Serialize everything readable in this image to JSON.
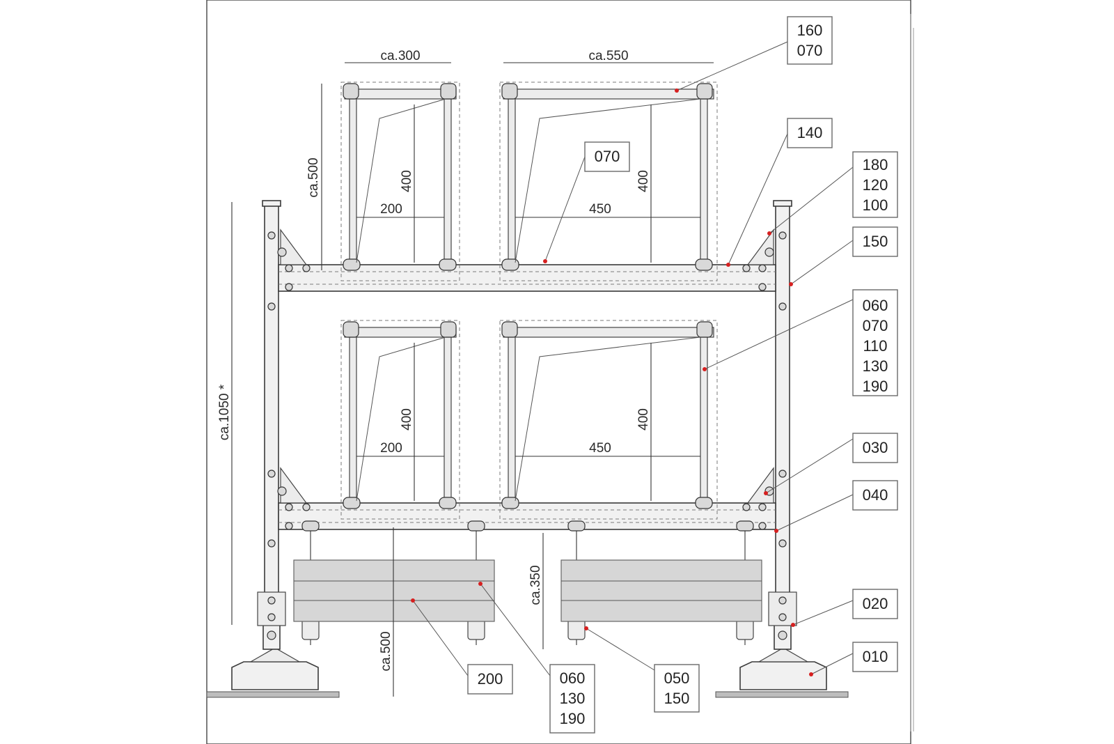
{
  "colors": {
    "line": "#3a3a3a",
    "marker": "#d62020",
    "panel": "#d6d6d6",
    "ground": "#bdbdbd"
  },
  "dimensions": {
    "top_width_left": "ca.300",
    "top_width_right": "ca.550",
    "frame_height": "ca.500",
    "upper_inner_height_left": "400",
    "upper_inner_height_right": "400",
    "upper_inner_width_left": "200",
    "upper_inner_width_right": "450",
    "lower_inner_height_left": "400",
    "lower_inner_height_right": "400",
    "lower_inner_width_left": "200",
    "lower_inner_width_right": "450",
    "total_height": "ca.1050 *",
    "panel_height": "ca.350",
    "base_height": "ca.500"
  },
  "callouts": [
    {
      "id": "c1",
      "lines": [
        "160",
        "070"
      ]
    },
    {
      "id": "c2",
      "lines": [
        "140"
      ]
    },
    {
      "id": "c3",
      "lines": [
        "070"
      ]
    },
    {
      "id": "c4",
      "lines": [
        "180",
        "120",
        "100"
      ]
    },
    {
      "id": "c5",
      "lines": [
        "150"
      ]
    },
    {
      "id": "c6",
      "lines": [
        "060",
        "070",
        "110",
        "130",
        "190"
      ]
    },
    {
      "id": "c7",
      "lines": [
        "030"
      ]
    },
    {
      "id": "c8",
      "lines": [
        "040"
      ]
    },
    {
      "id": "c9",
      "lines": [
        "020"
      ]
    },
    {
      "id": "c10",
      "lines": [
        "010"
      ]
    },
    {
      "id": "c11",
      "lines": [
        "200"
      ]
    },
    {
      "id": "c12",
      "lines": [
        "060",
        "130",
        "190"
      ]
    },
    {
      "id": "c13",
      "lines": [
        "050",
        "150"
      ]
    }
  ]
}
